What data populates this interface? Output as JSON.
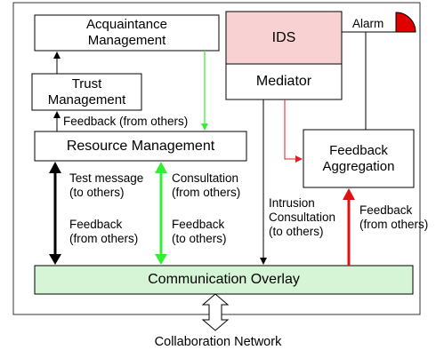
{
  "boxes": {
    "acquaintance": "Acquaintance Management",
    "trust": "Trust Management",
    "resource": "Resource Management",
    "ids": "IDS",
    "mediator": "Mediator",
    "feedback_aggregation": "Feedback Aggregation",
    "overlay": "Communication Overlay"
  },
  "labels": {
    "alarm": "Alarm",
    "feedback_from_others_top": "Feedback (from others)",
    "test_message_1": "Test message",
    "test_message_2": "(to others)",
    "feedback_left_1": "Feedback",
    "feedback_left_2": "(from others)",
    "consultation_1": "Consultation",
    "consultation_2": "(from others)",
    "feedback_mid_1": "Feedback",
    "feedback_mid_2": "(to others)",
    "intrusion_1": "Intrusion",
    "intrusion_2": "Consultation",
    "intrusion_3": "(to others)",
    "feedback_right_1": "Feedback",
    "feedback_right_2": "(from others)",
    "network": "Collaboration Network"
  },
  "colors": {
    "ids_fill": "#f8d2d2",
    "overlay_fill": "#d6f5d6",
    "alarm_fill": "#e00000",
    "green_arrow": "#33ee33",
    "red_arrow": "#e01010",
    "red_thin": "#dd2222"
  }
}
